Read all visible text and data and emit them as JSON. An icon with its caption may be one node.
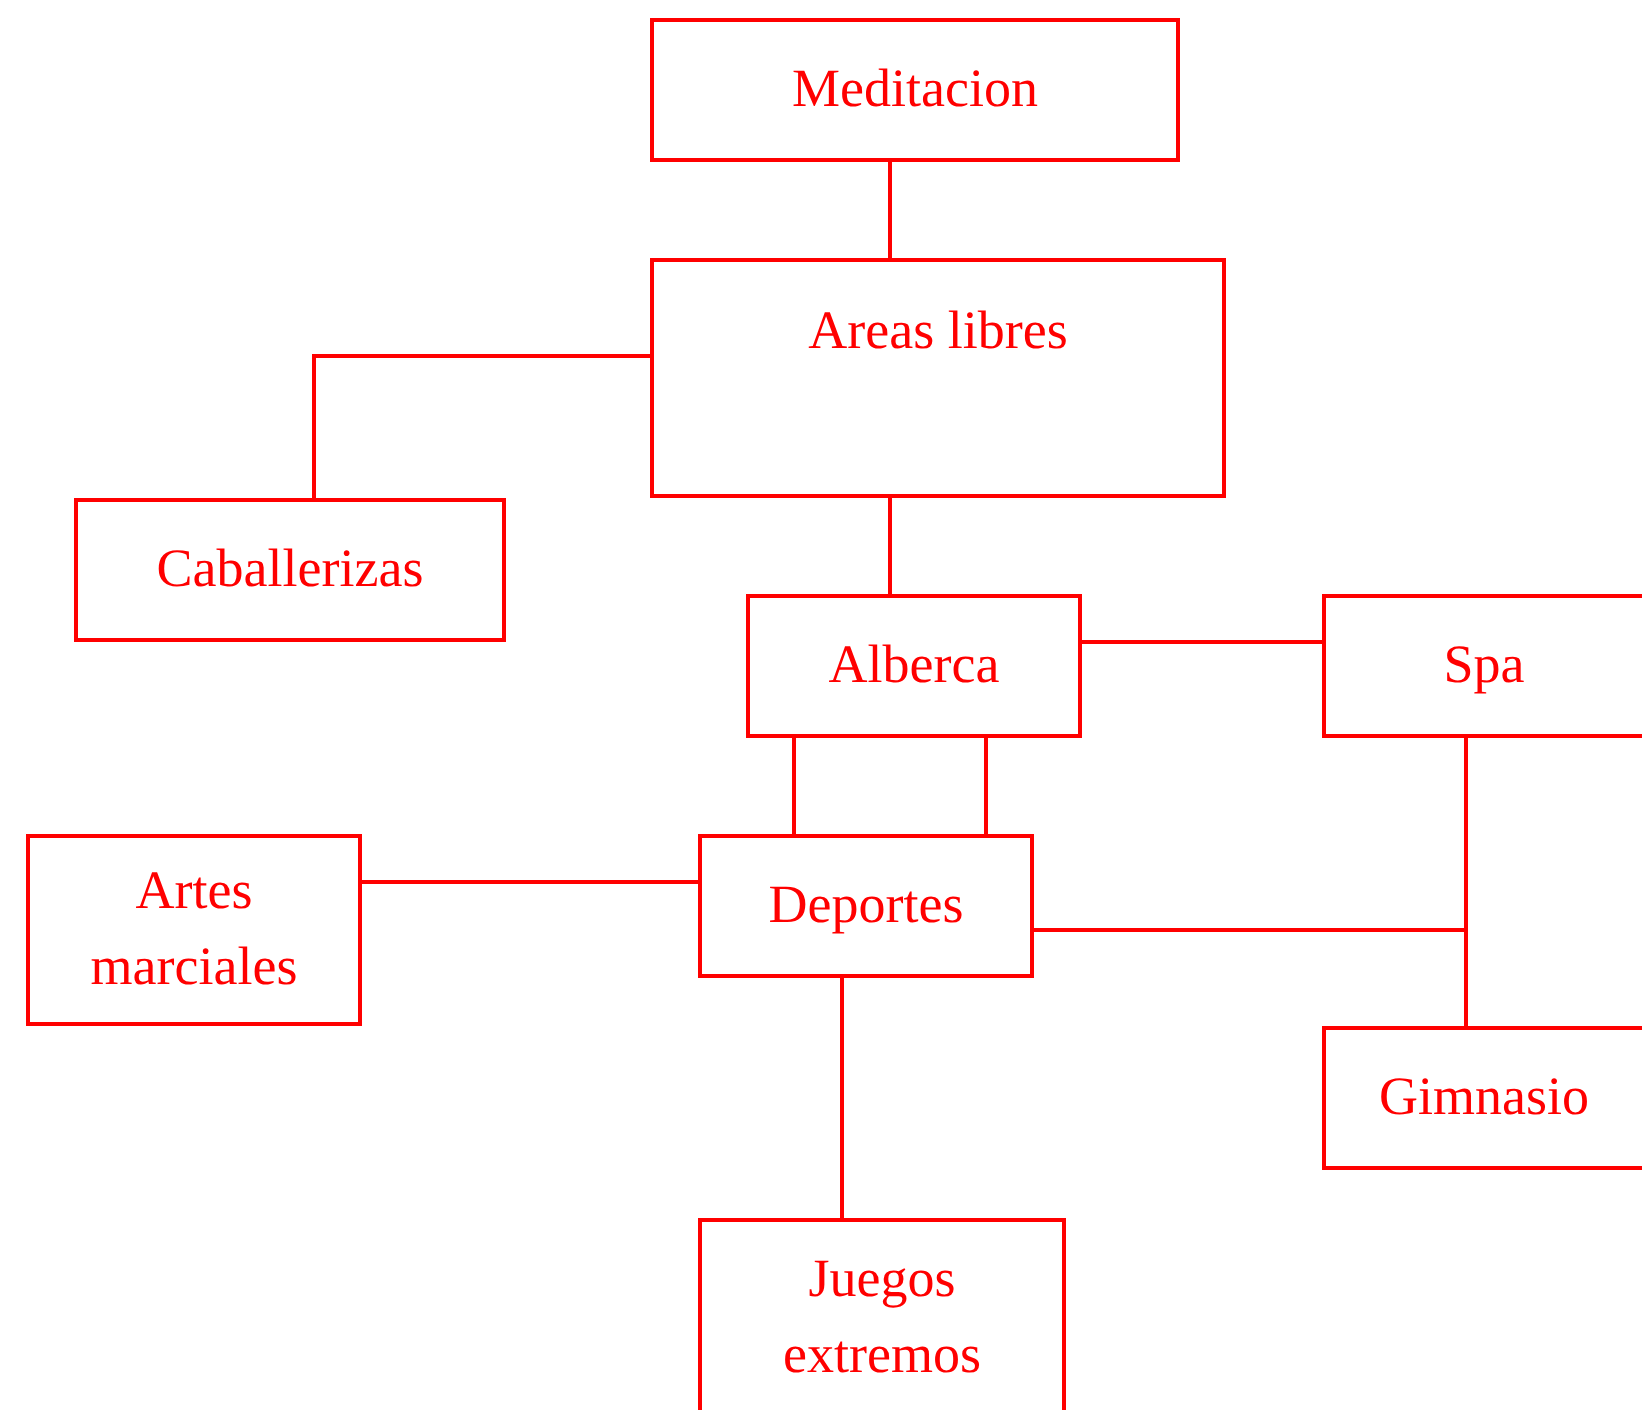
{
  "diagram": {
    "nodes": [
      {
        "text": [
          "Meditacion"
        ]
      },
      {
        "text": [
          "Areas libres"
        ]
      },
      {
        "text": [
          "Caballerizas"
        ]
      },
      {
        "text": [
          "Alberca"
        ]
      },
      {
        "text": [
          "Spa"
        ]
      },
      {
        "text": [
          "Artes marciales"
        ]
      },
      {
        "text": [
          "Deportes"
        ]
      },
      {
        "text": [
          "Gimnasio"
        ]
      },
      {
        "text": [
          "Juegos extremos"
        ]
      }
    ],
    "edges": [
      {
        "from": 0,
        "to": 1,
        "arrow": "none"
      },
      {
        "from": 1,
        "to": 2,
        "arrow": "none"
      },
      {
        "from": 1,
        "to": 3,
        "arrow": "none"
      },
      {
        "from": 3,
        "to": 4,
        "arrow": "none"
      },
      {
        "from": 3,
        "to": 6,
        "arrow": "none"
      },
      {
        "from": 3,
        "to": 6,
        "arrow": "none"
      },
      {
        "from": 5,
        "to": 6,
        "arrow": "none"
      },
      {
        "from": 6,
        "to": 7,
        "arrow": "none"
      },
      {
        "from": 4,
        "to": 7,
        "arrow": "none"
      },
      {
        "from": 6,
        "to": 8,
        "arrow": "none"
      }
    ]
  }
}
